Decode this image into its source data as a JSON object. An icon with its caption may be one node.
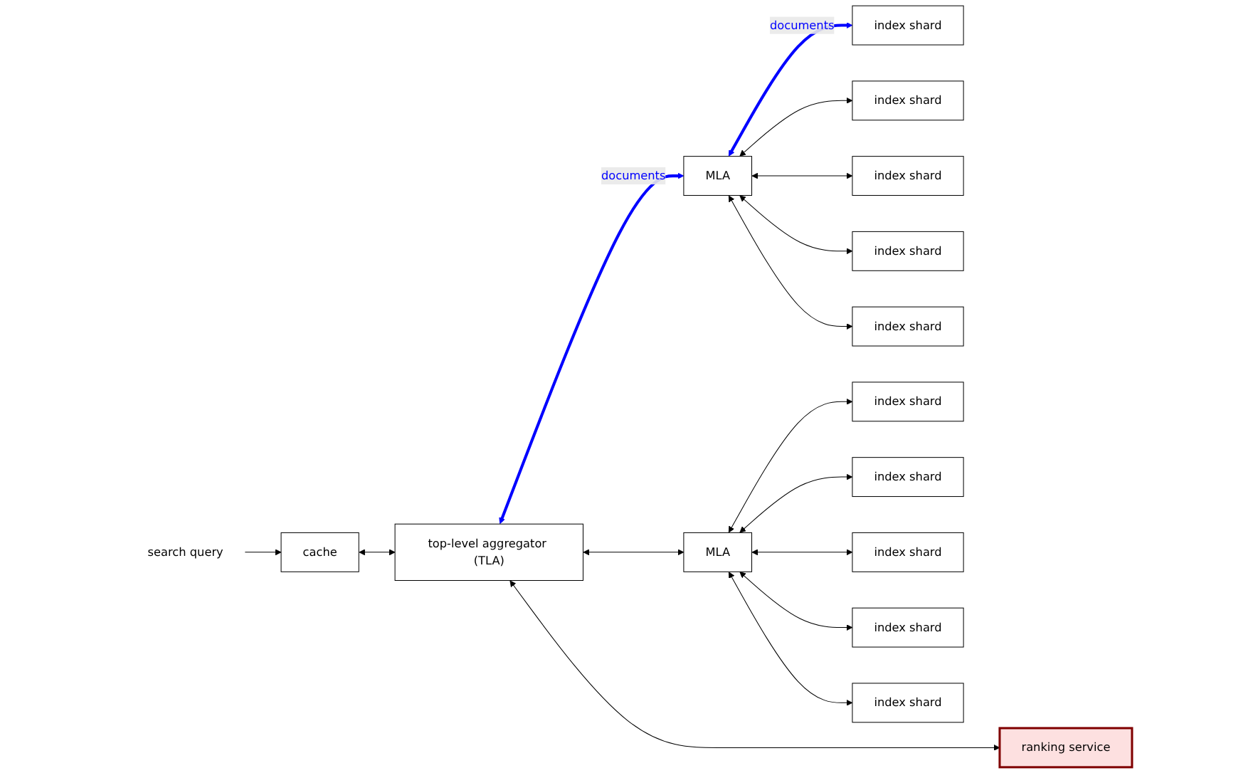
{
  "diagram": {
    "nodes": [
      {
        "text": [
          "search query"
        ]
      },
      {
        "text": [
          "cache"
        ]
      },
      {
        "text": [
          "top-level aggregator (TLA)"
        ]
      },
      {
        "text": [
          "MLA"
        ]
      },
      {
        "text": [
          "index shard"
        ]
      },
      {
        "text": [
          "index shard"
        ]
      },
      {
        "text": [
          "index shard"
        ]
      },
      {
        "text": [
          "index shard"
        ]
      },
      {
        "text": [
          "index shard"
        ]
      },
      {
        "text": [
          "MLA"
        ]
      },
      {
        "text": [
          "index shard"
        ]
      },
      {
        "text": [
          "index shard"
        ]
      },
      {
        "text": [
          "index shard"
        ]
      },
      {
        "text": [
          "index shard"
        ]
      },
      {
        "text": [
          "index shard"
        ]
      },
      {
        "text": [
          "ranking service"
        ]
      }
    ],
    "edges": [
      {
        "from": 0,
        "to": 1,
        "arrow": "to"
      },
      {
        "from": 1,
        "to": 2,
        "arrow": "both"
      },
      {
        "from": 2,
        "to": 3,
        "arrow": "both",
        "label": "documents",
        "style": "thick",
        "color": "#0000ff"
      },
      {
        "from": 3,
        "to": 4,
        "arrow": "both",
        "label": "documents",
        "style": "thick",
        "color": "#0000ff"
      },
      {
        "from": 3,
        "to": 5,
        "arrow": "both"
      },
      {
        "from": 3,
        "to": 6,
        "arrow": "both"
      },
      {
        "from": 3,
        "to": 7,
        "arrow": "both"
      },
      {
        "from": 3,
        "to": 8,
        "arrow": "both"
      },
      {
        "from": 2,
        "to": 9,
        "arrow": "both"
      },
      {
        "from": 9,
        "to": 10,
        "arrow": "both"
      },
      {
        "from": 9,
        "to": 11,
        "arrow": "both"
      },
      {
        "from": 9,
        "to": 12,
        "arrow": "both"
      },
      {
        "from": 9,
        "to": 13,
        "arrow": "both"
      },
      {
        "from": 9,
        "to": 14,
        "arrow": "both"
      },
      {
        "from": 2,
        "to": 15,
        "arrow": "both"
      }
    ]
  }
}
